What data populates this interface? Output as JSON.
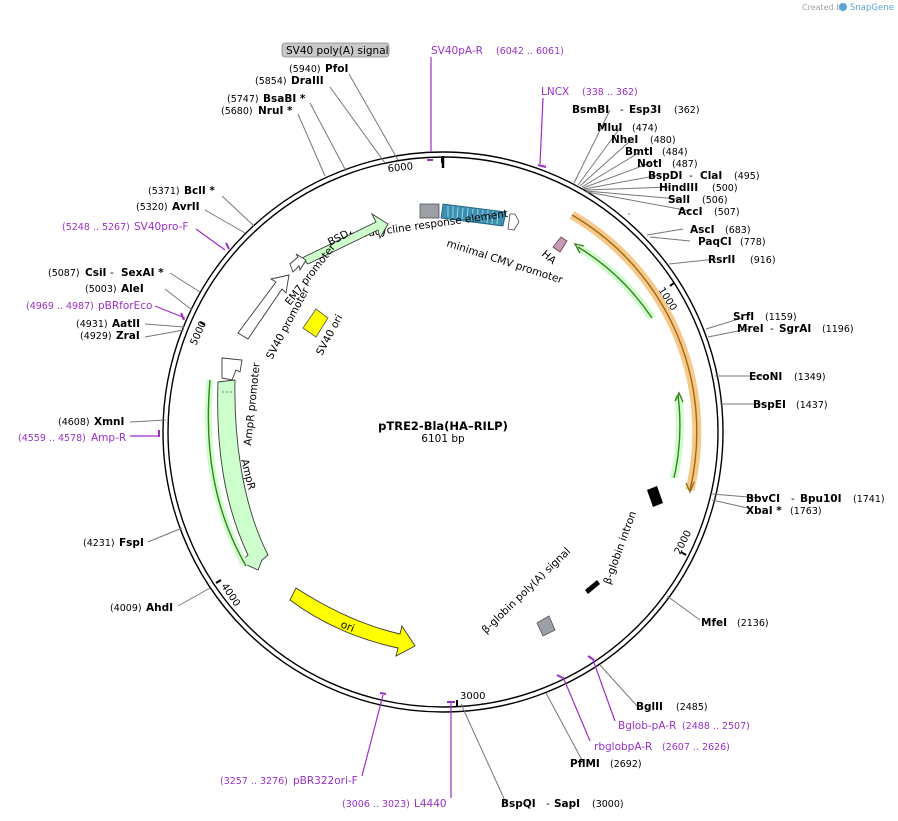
{
  "credit": {
    "prefix": "Created by",
    "brand": "SnapGene"
  },
  "plasmid": {
    "name": "pTRE2-Bla(HA–RILP)",
    "length": "6101 bp"
  },
  "ticks": [
    "1000",
    "2000",
    "3000",
    "4000",
    "5000",
    "6000"
  ],
  "sites": [
    {
      "id": "pfoi",
      "pos": "(5940)",
      "name": "PfoI"
    },
    {
      "id": "draiii",
      "pos": "(5854)",
      "name": "DraIII"
    },
    {
      "id": "bsabi",
      "pos": "(5747)",
      "name": "BsaBI *"
    },
    {
      "id": "nrui",
      "pos": "(5680)",
      "name": "NruI *"
    },
    {
      "id": "bcli",
      "pos": "(5371)",
      "name": "BclI *"
    },
    {
      "id": "avrii",
      "pos": "(5320)",
      "name": "AvrII"
    },
    {
      "id": "csii",
      "pos": "(5087)",
      "name": "CsiI",
      "name2": "SexAI *"
    },
    {
      "id": "alei",
      "pos": "(5003)",
      "name": "AleI"
    },
    {
      "id": "aatii",
      "pos": "(4931)",
      "name": "AatII"
    },
    {
      "id": "zrai",
      "pos": "(4929)",
      "name": "ZraI"
    },
    {
      "id": "xmni",
      "pos": "(4608)",
      "name": "XmnI"
    },
    {
      "id": "fspi",
      "pos": "(4231)",
      "name": "FspI"
    },
    {
      "id": "ahdi",
      "pos": "(4009)",
      "name": "AhdI"
    },
    {
      "id": "bsmbi",
      "name": "BsmBI",
      "name2": "Esp3I",
      "pos": "(362)"
    },
    {
      "id": "mlui",
      "name": "MluI",
      "pos": "(474)"
    },
    {
      "id": "nhei",
      "name": "NheI",
      "pos": "(480)"
    },
    {
      "id": "bmti",
      "name": "BmtI",
      "pos": "(484)"
    },
    {
      "id": "noti",
      "name": "NotI",
      "pos": "(487)"
    },
    {
      "id": "bspdi",
      "name": "BspDI",
      "name2": "ClaI",
      "pos": "(495)"
    },
    {
      "id": "hindiii",
      "name": "HindIII",
      "pos": "(500)"
    },
    {
      "id": "sali",
      "name": "SalI",
      "pos": "(506)"
    },
    {
      "id": "acci",
      "name": "AccI",
      "pos": "(507)"
    },
    {
      "id": "asci",
      "name": "AscI",
      "pos": "(683)"
    },
    {
      "id": "paqci",
      "name": "PaqCI",
      "pos": "(778)"
    },
    {
      "id": "rsrii",
      "name": "RsrII",
      "pos": "(916)"
    },
    {
      "id": "srfi",
      "name": "SrfI",
      "pos": "(1159)"
    },
    {
      "id": "mrei",
      "name": "MreI",
      "name2": "SgrAI",
      "pos": "(1196)"
    },
    {
      "id": "econi",
      "name": "EcoNI",
      "pos": "(1349)"
    },
    {
      "id": "bspei",
      "name": "BspEI",
      "pos": "(1437)"
    },
    {
      "id": "bbvci",
      "name": "BbvCI",
      "name2": "Bpu10I",
      "pos": "(1741)"
    },
    {
      "id": "xbai",
      "name": "XbaI *",
      "pos": "(1763)"
    },
    {
      "id": "mfei",
      "name": "MfeI",
      "pos": "(2136)"
    },
    {
      "id": "bglii",
      "name": "BglII",
      "pos": "(2485)"
    },
    {
      "id": "pflmi",
      "name": "PflMI",
      "pos": "(2692)"
    },
    {
      "id": "bspqi",
      "name": "BspQI",
      "name2": "SapI",
      "pos": "(3000)"
    }
  ],
  "primers": [
    {
      "id": "sv40pa",
      "name": "SV40pA-R",
      "pos": "(6042 .. 6061)"
    },
    {
      "id": "lncx",
      "name": "LNCX",
      "pos": "(338 .. 362)"
    },
    {
      "id": "sv40pro",
      "pos": "(5248 .. 5267)",
      "name": "SV40pro-F"
    },
    {
      "id": "pbrfor",
      "pos": "(4969 .. 4987)",
      "name": "pBRforEco"
    },
    {
      "id": "ampr",
      "pos": "(4559 .. 4578)",
      "name": "Amp-R"
    },
    {
      "id": "bglobpa",
      "name": "Bglob-pA-R",
      "pos": "(2488 .. 2507)"
    },
    {
      "id": "rbglob",
      "name": "rbglobpA-R",
      "pos": "(2607 .. 2626)"
    },
    {
      "id": "pbr322",
      "pos": "(3257 .. 3276)",
      "name": "pBR322ori-F"
    },
    {
      "id": "l4440",
      "pos": "(3006 .. 3023)",
      "name": "L4440"
    }
  ],
  "features": {
    "sv40polya": "SV40 poly(A) signal",
    "tre": "tetracycline response element",
    "mincmv": "minimal CMV promoter",
    "ha": "HA",
    "bsd": "BSD",
    "em7": "EM7 promoter",
    "sv40promoter": "SV40 promoter",
    "sv40ori": "SV40 ori",
    "amprpromoter": "AmpR promoter",
    "ampr": "AmpR",
    "ori": "ori",
    "bglobin_intron": "β-globin intron",
    "bglobin_polya": "β-globin poly(A) signal"
  },
  "colors": {
    "backbone": "#000000",
    "primer": "#9b2fc8",
    "green_fill": "#ccffcc",
    "orange_band": "#f7c887",
    "yellow": "#ffff00",
    "tre_blue": "#3b8fb0",
    "gray_box": "#9aa0a6",
    "ha_fill": "#c79ab3"
  }
}
